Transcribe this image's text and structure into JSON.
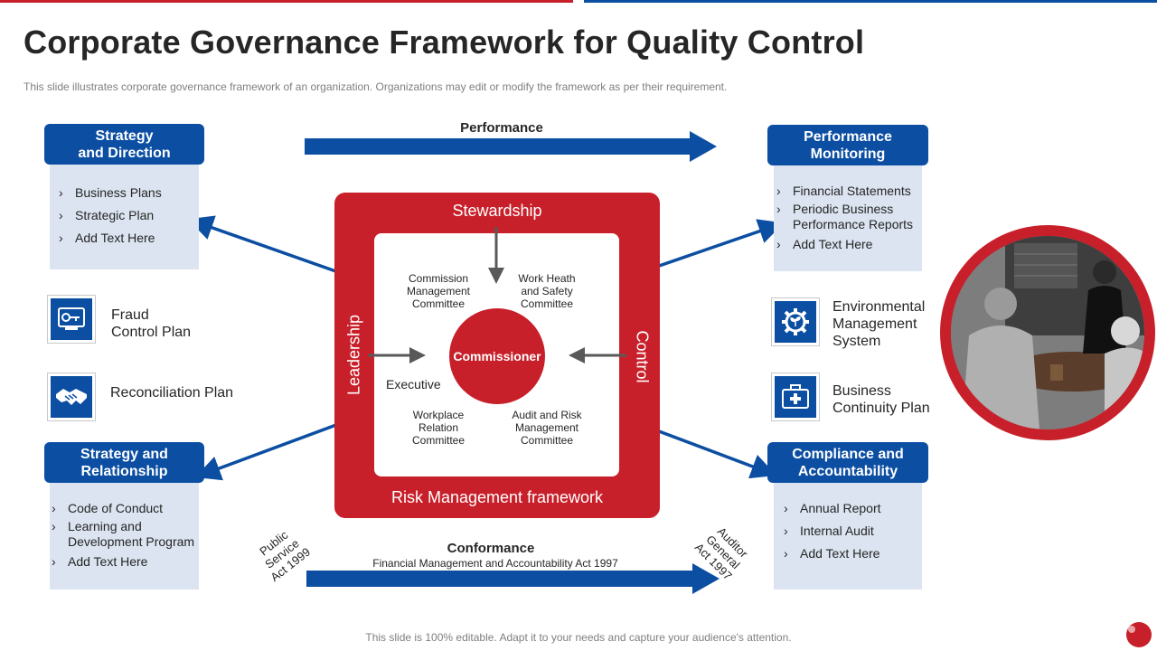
{
  "title": "Corporate Governance Framework for Quality Control",
  "subtitle": "This slide illustrates corporate governance  framework  of an organization.  Organizations  may edit or modify the framework  as per their requirement.",
  "footer": "This slide is 100% editable. Adapt it to your needs and capture your audience's attention.",
  "colors": {
    "brand_blue": "#0b4ea2",
    "brand_red": "#c8202a",
    "panel": "#dbe4f0"
  },
  "strategy_direction": {
    "header": "Strategy\nand Direction",
    "items": [
      "Business Plans",
      "Strategic Plan",
      "Add Text Here"
    ]
  },
  "strategy_relationship": {
    "header": "Strategy and\nRelationship",
    "items": [
      "Code of Conduct",
      "Learning and\nDevelopment Program",
      "Add Text Here"
    ]
  },
  "performance_monitoring": {
    "header": "Performance\nMonitoring",
    "items": [
      "Financial Statements",
      "Periodic Business\nPerformance Reports",
      "Add Text Here"
    ]
  },
  "compliance": {
    "header": "Compliance and\nAccountability",
    "items": [
      "Annual Report",
      "Internal Audit",
      "Add Text  Here"
    ]
  },
  "left_icons": [
    {
      "label": "Fraud\nControl Plan",
      "icon": "key-card-icon"
    },
    {
      "label": "Reconciliation Plan",
      "icon": "handshake-icon"
    }
  ],
  "right_icons": [
    {
      "label": "Environmental\nManagement\nSystem",
      "icon": "gear-plant-icon"
    },
    {
      "label": "Business\nContinuity  Plan",
      "icon": "first-aid-kit-icon"
    }
  ],
  "performance_label": "Performance",
  "conformance": {
    "label": "Conformance",
    "sub": "Financial Management and Accountability Act  1997"
  },
  "public_service": "Public\nService\nAct 1999",
  "auditor_general": "Auditor\nGeneral\nAct 1997",
  "framework": {
    "top": "Stewardship",
    "bottom": "Risk Management framework",
    "left": "Leadership",
    "right": "Control",
    "center": "Commissioner",
    "executive": "Executive",
    "committees": [
      "Commission\nManagement\nCommittee",
      "Work  Heath\nand Safety\nCommittee",
      "Workplace\nRelation\nCommittee",
      "Audit and Risk\nManagement\nCommittee"
    ]
  }
}
